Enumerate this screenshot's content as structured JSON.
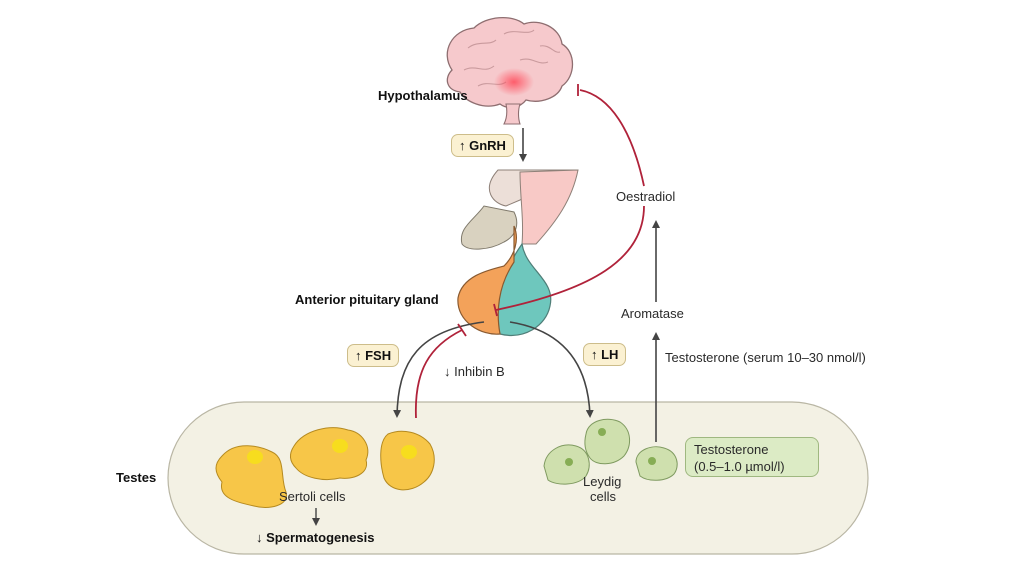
{
  "labels": {
    "hypothalamus": "Hypothalamus",
    "gnrh": "↑ GnRH",
    "oestradiol": "Oestradiol",
    "anterior_pituitary": "Anterior pituitary gland",
    "aromatase": "Aromatase",
    "fsh": "↑ FSH",
    "lh": "↑ LH",
    "inhibin_b": "↓ Inhibin B",
    "testosterone_serum": "Testosterone (serum 10–30 nmol/l)",
    "testes": "Testes",
    "sertoli_cells": "Sertoli cells",
    "spermatogenesis": "↓ Spermatogenesis",
    "leydig_line1": "Leydig",
    "leydig_line2": "cells",
    "testosterone_box_line1": "Testosterone",
    "testosterone_box_line2": "(0.5–1.0 µmol/l)"
  },
  "colors": {
    "inhibitory": "#b0223a",
    "stimulatory": "#444444",
    "brain": "#f6c9cc",
    "pituitary_anterior": "#f3a25a",
    "pituitary_posterior": "#6ec7bd",
    "sertoli": "#f7c648",
    "leydig": "#cfe0ae",
    "testes_bg": "#f3f1e4",
    "label_box": "#fbf1d2"
  }
}
